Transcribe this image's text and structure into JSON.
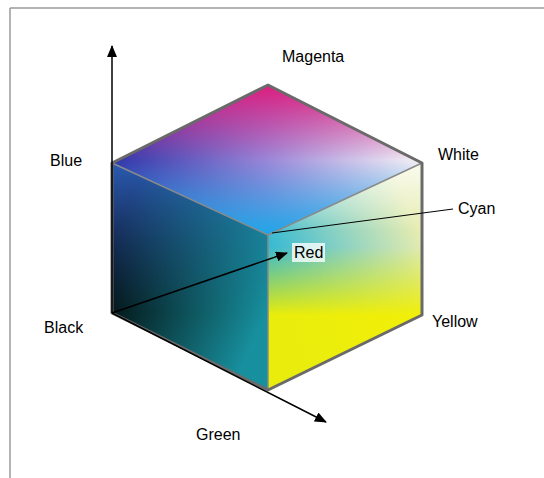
{
  "diagram": {
    "labels": [
      "Magenta",
      "Blue",
      "White",
      "Cyan",
      "Red",
      "Black",
      "Yellow",
      "Green"
    ]
  }
}
